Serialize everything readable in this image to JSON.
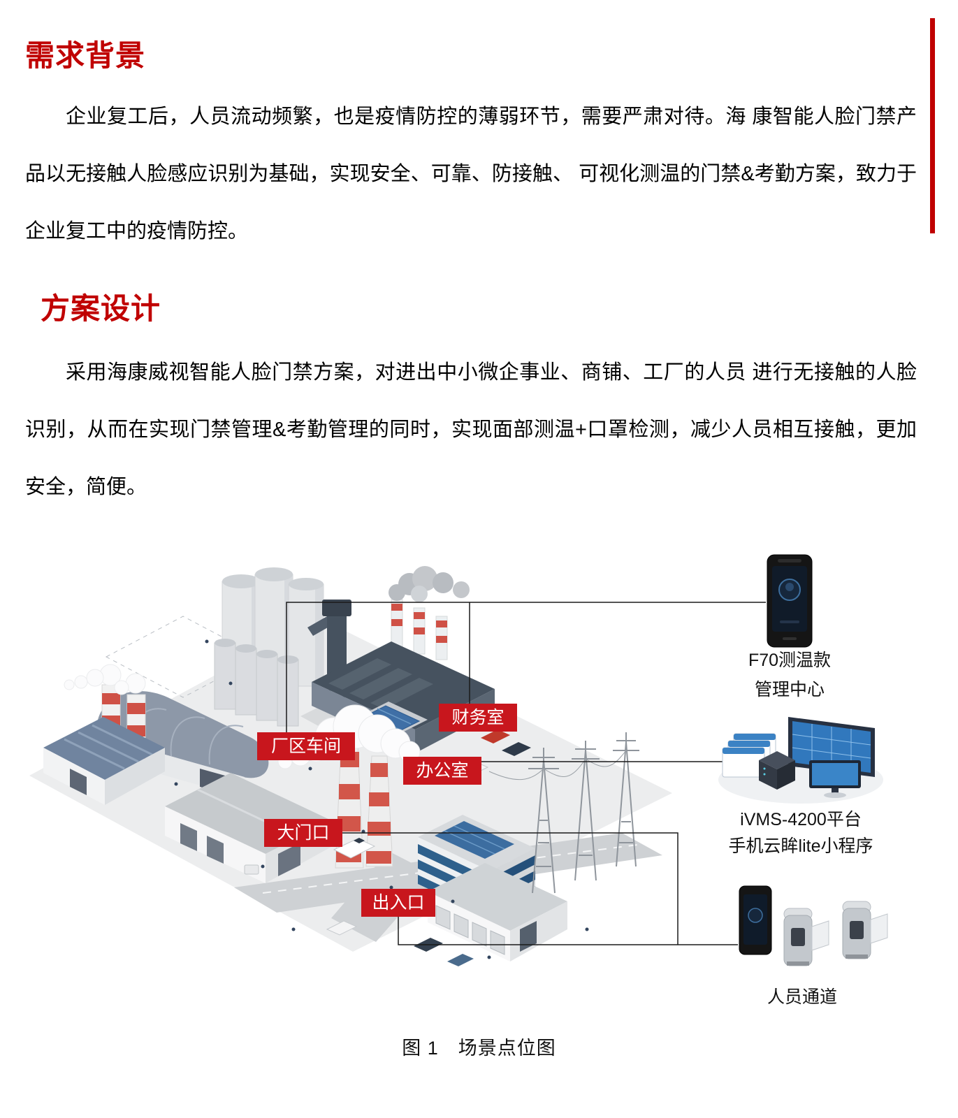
{
  "document": {
    "sections": [
      {
        "heading": "需求背景",
        "paragraph": "企业复工后，人员流动频繁，也是疫情防控的薄弱环节，需要严肃对待。海 康智能人脸门禁产品以无接触人脸感应识别为基础，实现安全、可靠、防接触、 可视化测温的门禁&考勤方案，致力于企业复工中的疫情防控。"
      },
      {
        "heading": "方案设计",
        "paragraph": "采用海康威视智能人脸门禁方案，对进出中小微企事业、商铺、工厂的人员 进行无接触的人脸识别，从而在实现门禁管理&考勤管理的同时，实现面部测温+口罩检测，减少人员相互接触，更加安全，简便。"
      }
    ]
  },
  "figure": {
    "scene_labels": [
      {
        "id": "finance-office",
        "text": "财务室"
      },
      {
        "id": "factory-workshop",
        "text": "厂区车间"
      },
      {
        "id": "office",
        "text": "办公室"
      },
      {
        "id": "main-gate",
        "text": "大门口"
      },
      {
        "id": "entrance-exit",
        "text": "出入口"
      }
    ],
    "device_labels": {
      "f70_line1": "F70测温款",
      "f70_line2": "管理中心",
      "ivms_line1": "iVMS-4200平台",
      "ivms_line2": "手机云眸lite小程序",
      "gate": "人员通道"
    },
    "caption": "图 1　场景点位图"
  },
  "colors": {
    "heading_red": "#c00000",
    "scene_label_red": "#c8161d",
    "chimney_red": "#cf5146",
    "glass_blue": "#2e608c"
  }
}
